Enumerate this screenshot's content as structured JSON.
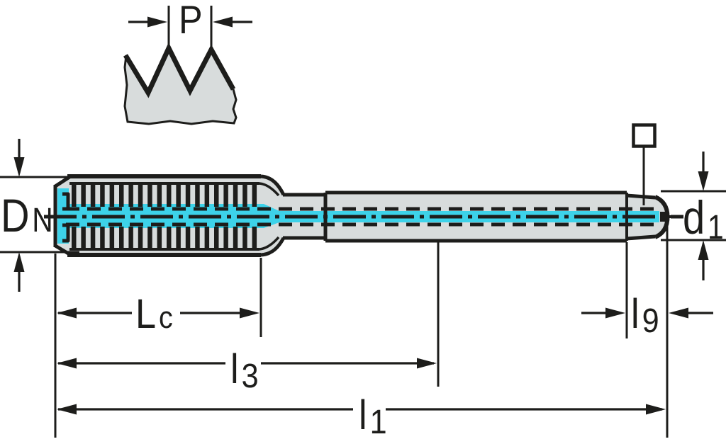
{
  "colors": {
    "outline": "#1d1d1b",
    "body_fill": "#d8dcdc",
    "coolant": "#3dd2e9",
    "background": "#ffffff"
  },
  "labels": {
    "pitch": {
      "main": "P"
    },
    "nominal_diameter": {
      "main": "D",
      "sub": "N"
    },
    "shank_diameter": {
      "main": "d",
      "sub": "1"
    },
    "thread_length": {
      "main": "L",
      "sub": "c"
    },
    "length_l3": {
      "main": "l",
      "sub": "3"
    },
    "overall_length": {
      "main": "l",
      "sub": "1"
    },
    "square_length": {
      "main": "l",
      "sub": "9"
    }
  }
}
